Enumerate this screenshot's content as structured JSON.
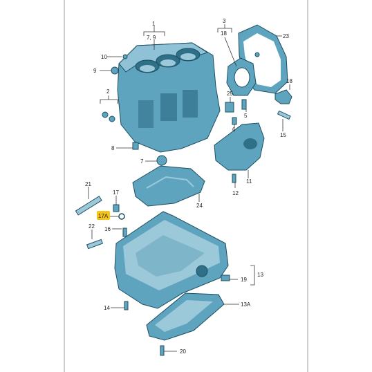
{
  "labels": {
    "l1": "1",
    "l7_9": "7, 9",
    "l3": "3",
    "l18a": "18",
    "l23": "23",
    "l10": "10",
    "l9": "9",
    "l2": "2",
    "l25": "25",
    "l5": "5",
    "l18b": "18",
    "l6": "6",
    "l15": "15",
    "l8": "8",
    "l7": "7",
    "l11": "11",
    "l21": "21",
    "l17": "17",
    "l17a": "17A",
    "l12": "12",
    "l24": "24",
    "l22": "22",
    "l16": "16",
    "l13": "13",
    "l19": "19",
    "l14": "14",
    "l13a": "13A",
    "l20": "20"
  },
  "colors": {
    "part_fill": "#5fa4bf",
    "part_light": "#9cc9da",
    "part_dark": "#2f6f87",
    "highlight": "#f5c418"
  }
}
